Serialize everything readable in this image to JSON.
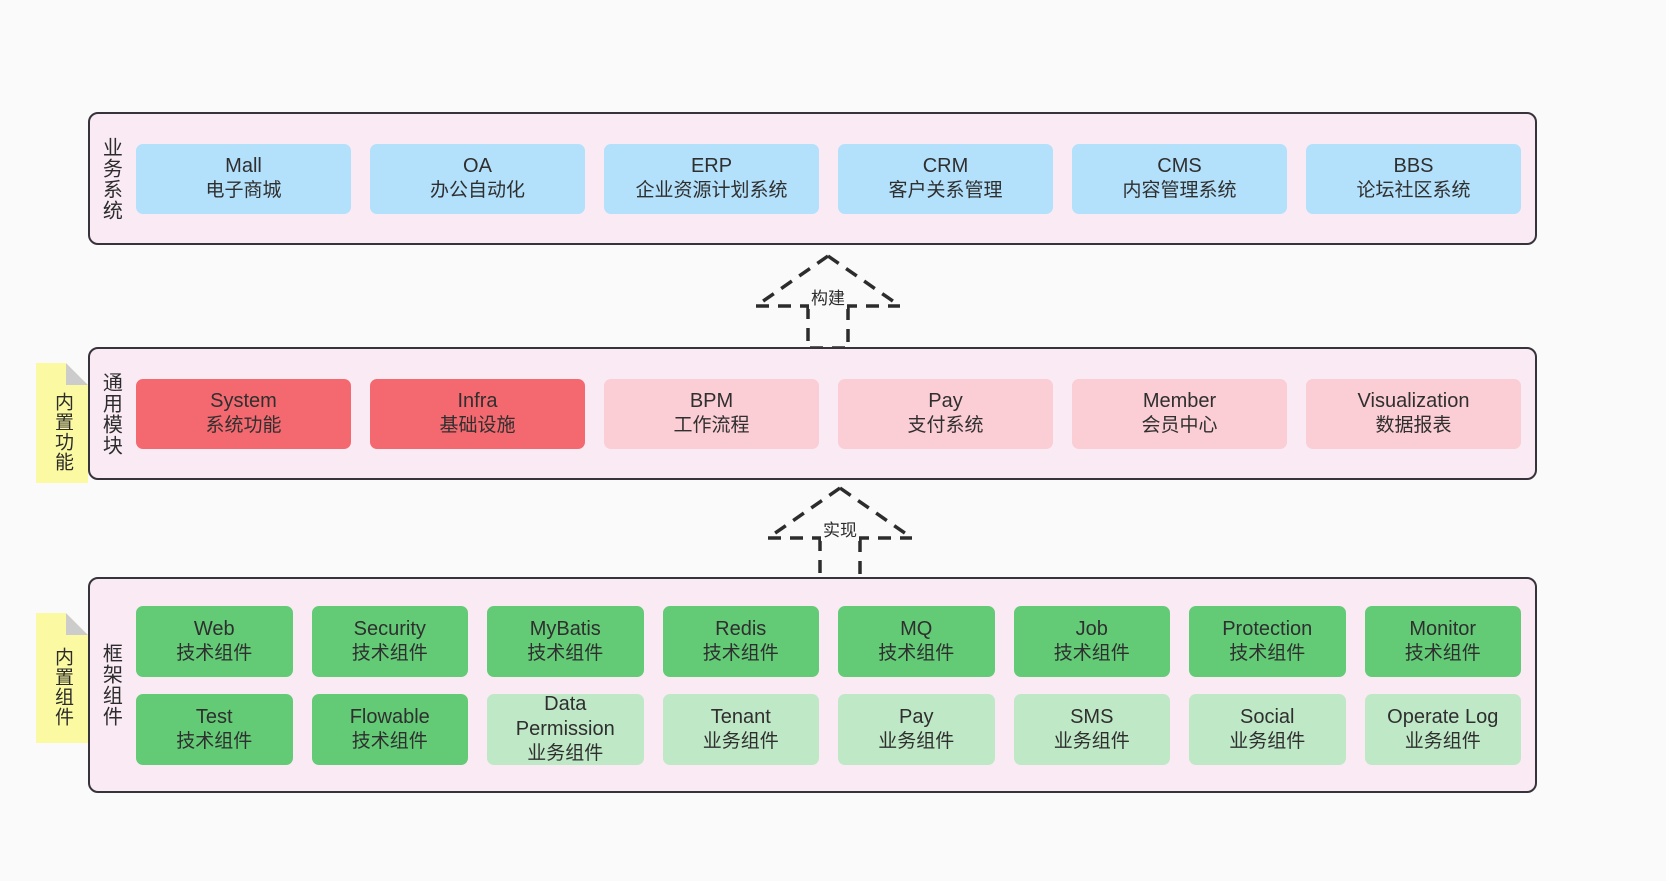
{
  "palette": {
    "canvas_bg": "#fafafa",
    "layer_bg": "#f9eaf4",
    "layer_border": "#36343a",
    "blue": "#b3e0fb",
    "red": "#f4696f",
    "pink": "#fbcdd4",
    "green": "#63cb76",
    "light_green": "#bfe8c6",
    "note_yellow": "#fbfaa2",
    "note_fold": "#cccccc"
  },
  "tags": {
    "builtin_features": "内置功能",
    "builtin_components": "内置组件"
  },
  "connectors": [
    {
      "name": "build",
      "label": "构建",
      "style": "dashed-hollow-arrow-up"
    },
    {
      "name": "realize",
      "label": "实现",
      "style": "dashed-hollow-arrow-up"
    }
  ],
  "layers": [
    {
      "id": "business",
      "title": "业务系统",
      "rows": [
        {
          "nodes": [
            {
              "title": "Mall",
              "sub": "电子商城",
              "color": "blue"
            },
            {
              "title": "OA",
              "sub": "办公自动化",
              "color": "blue"
            },
            {
              "title": "ERP",
              "sub": "企业资源计划系统",
              "color": "blue"
            },
            {
              "title": "CRM",
              "sub": "客户关系管理",
              "color": "blue"
            },
            {
              "title": "CMS",
              "sub": "内容管理系统",
              "color": "blue"
            },
            {
              "title": "BBS",
              "sub": "论坛社区系统",
              "color": "blue"
            }
          ]
        }
      ]
    },
    {
      "id": "common",
      "title": "通用模块",
      "rows": [
        {
          "nodes": [
            {
              "title": "System",
              "sub": "系统功能",
              "color": "red"
            },
            {
              "title": "Infra",
              "sub": "基础设施",
              "color": "red"
            },
            {
              "title": "BPM",
              "sub": "工作流程",
              "color": "pink"
            },
            {
              "title": "Pay",
              "sub": "支付系统",
              "color": "pink"
            },
            {
              "title": "Member",
              "sub": "会员中心",
              "color": "pink"
            },
            {
              "title": "Visualization",
              "sub": "数据报表",
              "color": "pink"
            }
          ]
        }
      ]
    },
    {
      "id": "framework",
      "title": "框架组件",
      "rows": [
        {
          "nodes": [
            {
              "title": "Web",
              "sub": "技术组件",
              "color": "green"
            },
            {
              "title": "Security",
              "sub": "技术组件",
              "color": "green"
            },
            {
              "title": "MyBatis",
              "sub": "技术组件",
              "color": "green"
            },
            {
              "title": "Redis",
              "sub": "技术组件",
              "color": "green"
            },
            {
              "title": "MQ",
              "sub": "技术组件",
              "color": "green"
            },
            {
              "title": "Job",
              "sub": "技术组件",
              "color": "green"
            },
            {
              "title": "Protection",
              "sub": "技术组件",
              "color": "green"
            },
            {
              "title": "Monitor",
              "sub": "技术组件",
              "color": "green"
            }
          ]
        },
        {
          "nodes": [
            {
              "title": "Test",
              "sub": "技术组件",
              "color": "green"
            },
            {
              "title": "Flowable",
              "sub": "技术组件",
              "color": "green"
            },
            {
              "title": "Data Permission",
              "sub": "业务组件",
              "color": "lightgreen"
            },
            {
              "title": "Tenant",
              "sub": "业务组件",
              "color": "lightgreen"
            },
            {
              "title": "Pay",
              "sub": "业务组件",
              "color": "lightgreen"
            },
            {
              "title": "SMS",
              "sub": "业务组件",
              "color": "lightgreen"
            },
            {
              "title": "Social",
              "sub": "业务组件",
              "color": "lightgreen"
            },
            {
              "title": "Operate Log",
              "sub": "业务组件",
              "color": "lightgreen"
            }
          ]
        }
      ]
    }
  ]
}
